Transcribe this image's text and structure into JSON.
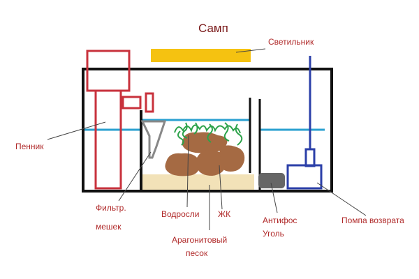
{
  "diagram": {
    "title": "Самп",
    "labels": {
      "light": "Светильник",
      "skimmer": "Пенник",
      "filter_bag_1": "Фильтр.",
      "filter_bag_2": "мешек",
      "algae": "Водросли",
      "live_rock": "ЖК",
      "sand_1": "Арагонитовый",
      "sand_2": "песок",
      "antiphos_1": "Антифос",
      "antiphos_2": "Уголь",
      "return_pump": "Помпа возврата"
    },
    "colors": {
      "tank": "#111111",
      "water": "#2aa0d0",
      "skimmer": "#c8323c",
      "light": "#f5c211",
      "return_pump": "#2b3fa8",
      "sand": "#f2e2b8",
      "rock": "#a56a43",
      "algae": "#2ca24a",
      "antiphos_bag": "#666666",
      "filter_bag": "#888888",
      "label": "#b02a2a",
      "leader": "#444444"
    }
  }
}
